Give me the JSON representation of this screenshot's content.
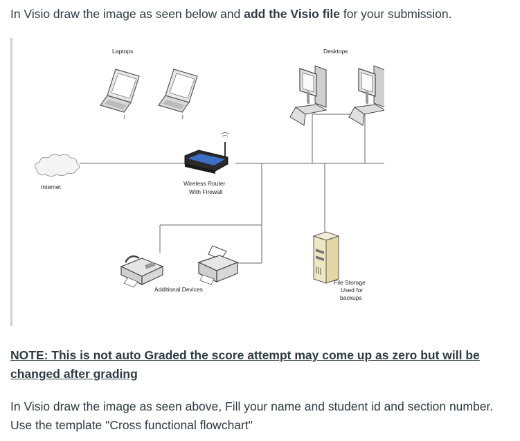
{
  "intro": {
    "part1": "In Visio draw the image as seen below and ",
    "bold": "add the Visio file",
    "part2": " for your submission."
  },
  "diagram": {
    "laptops_label": "Laptops",
    "desktops_label": "Desktops",
    "internet_label": "Internet",
    "router_label_1": "Wireless Router",
    "router_label_2": "With Firewall",
    "additional_label": "Additional Devices",
    "storage_label_1": "File Storage",
    "storage_label_2": "Used for",
    "storage_label_3": "backups"
  },
  "note": "NOTE: This is not auto Graded the score attempt may come up as zero but will be changed after grading",
  "outro": "In Visio draw the image as seen above, Fill your name and student id and section number. Use the template \"Cross functional flowchart\""
}
